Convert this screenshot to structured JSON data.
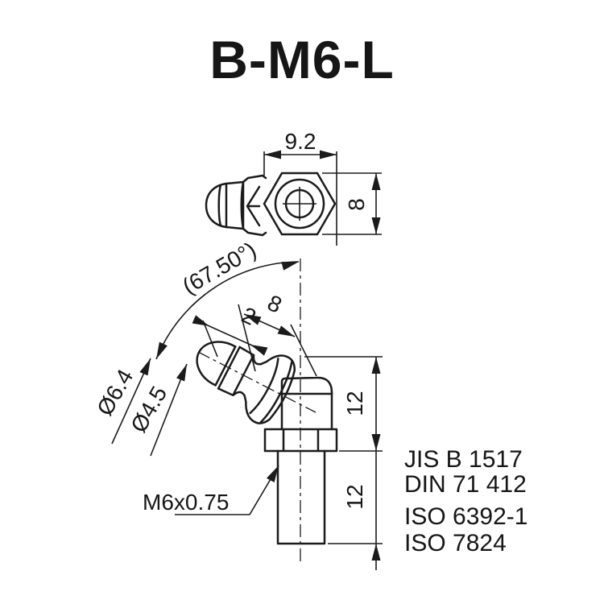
{
  "title": "B-M6-L",
  "colors": {
    "ink": "#1b1b1b",
    "background": "#ffffff"
  },
  "top_view": {
    "width_across_corners": "9.2",
    "width_across_flats": "8"
  },
  "side_view": {
    "angle_ref": "(67.50°)",
    "head_length": "8",
    "groove_width": "2",
    "head_diameter": "Ø6.4",
    "tip_diameter": "Ø4.5",
    "thread_spec": "M6x0.75",
    "height_above_seat": "12",
    "thread_length": "12"
  },
  "standards": [
    "JIS B 1517",
    "DIN 71 412",
    "ISO 6392-1",
    "ISO 7824"
  ]
}
